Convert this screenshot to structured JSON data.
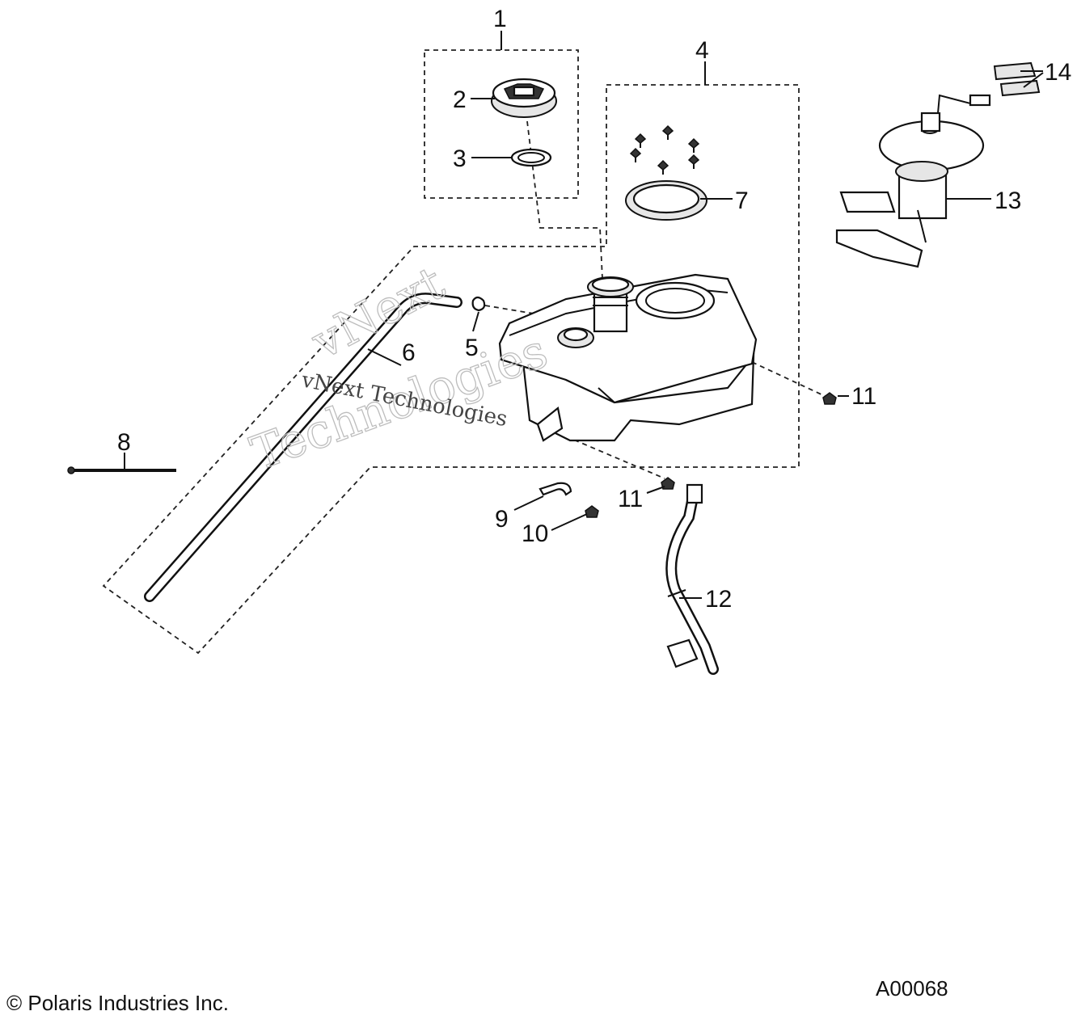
{
  "callouts": [
    "1",
    "2",
    "3",
    "4",
    "5",
    "6",
    "7",
    "8",
    "9",
    "10",
    "11",
    "11",
    "12",
    "13",
    "14"
  ],
  "watermark": {
    "line1": "vNext",
    "line2": "Technologies",
    "line3": "vNext Technologies"
  },
  "footer": {
    "copyright": "© Polaris Industries Inc.",
    "diagram_id": "A00068"
  }
}
